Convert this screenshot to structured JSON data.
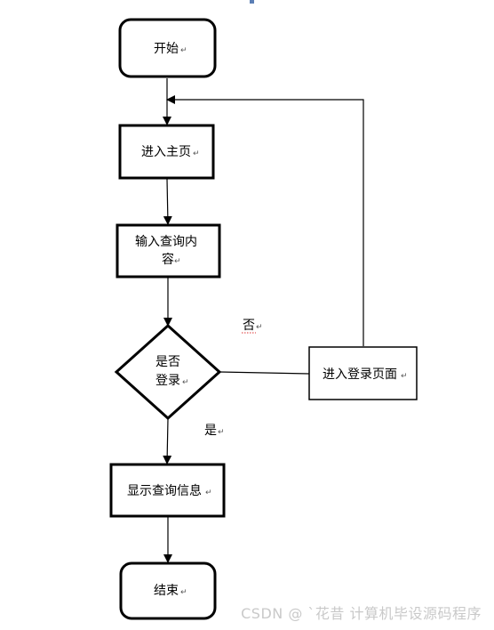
{
  "nodes": {
    "start": {
      "lines": [
        "开始"
      ]
    },
    "home": {
      "lines": [
        "进入主页"
      ]
    },
    "input": {
      "lines": [
        "输入查询内",
        "容"
      ]
    },
    "decision": {
      "lines": [
        "是否",
        "登录"
      ]
    },
    "login": {
      "lines": [
        "进入登录页面"
      ]
    },
    "show": {
      "lines": [
        "显示查询信息"
      ]
    },
    "end": {
      "lines": [
        "结束"
      ]
    }
  },
  "edges": {
    "no_label": "否",
    "yes_label": "是"
  },
  "paragraph_mark": "↵",
  "watermark": "CSDN @ ˋ花昔 计算机毕设源码程序"
}
